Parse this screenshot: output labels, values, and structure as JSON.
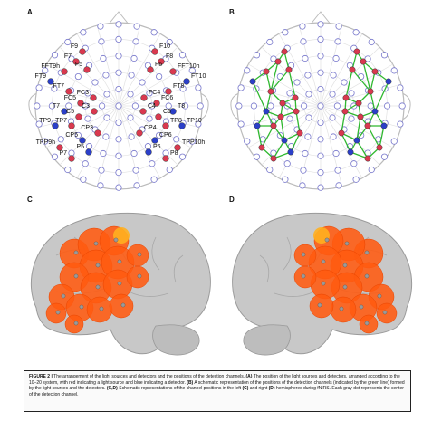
{
  "panels": {
    "a": "A",
    "b": "B",
    "c": "C",
    "d": "D"
  },
  "caption": {
    "fig": "FIGURE 2 |",
    "t1": " The arrangement of the light sources and detectors and the positions of the detection channels. ",
    "a": "(A)",
    "t2": " The position of the light sources and detectors, arranged according to the 10–20 system, with red indicating a light source and blue indicating a detector. ",
    "b": "(B)",
    "t3": " A schematic representation of the positions of the detection channels (indicated by the green line) formed by the light sources and the detectors. ",
    "cd": "(C,D)",
    "t4": " Schematic representations of the channel positions in the left ",
    "c": "(C)",
    "t5": " and right ",
    "d": "(D)",
    "t6": " hemispheres during fNIRS. Each gray dot represents the center of the detection channel."
  },
  "electrodes_left": [
    "F9",
    "F7",
    "F5",
    "FFT9h",
    "FT9",
    "FT7",
    "FC5",
    "FC3",
    "T7",
    "C5",
    "C3",
    "TP9",
    "TP7",
    "CP5",
    "CP3",
    "TPP9h",
    "P7",
    "P5"
  ],
  "electrodes_right": [
    "F10",
    "F8",
    "F6",
    "FFT10h",
    "FT10",
    "FT8",
    "FC6",
    "FC4",
    "T8",
    "C6",
    "C4",
    "TP10",
    "TP8",
    "CP6",
    "CP4",
    "TPP10h",
    "P8",
    "P6"
  ],
  "colors": {
    "source": "#d9394f",
    "detector": "#2b3fc9",
    "channel_line": "#2fb82f",
    "grid_circle": "#7777cc",
    "brain": "#c8c8c8",
    "activation": "#ff5a10"
  }
}
